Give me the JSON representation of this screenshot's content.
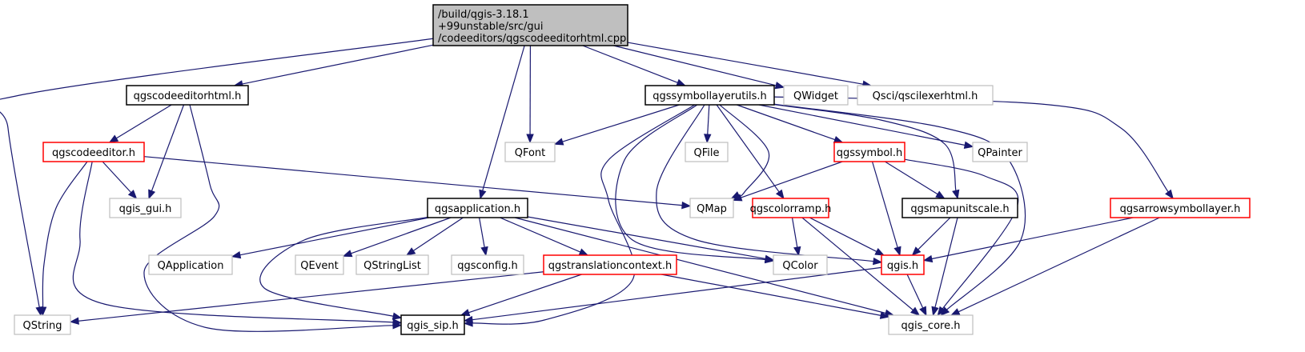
{
  "diagram": {
    "type": "include-dependency-graph",
    "root": "root",
    "colors": {
      "edge": "#191970",
      "root_fill": "#bfbfbf",
      "documented_border": "#000000",
      "undocumented_border": "#ff0000",
      "external_border": "#bfbfbf"
    },
    "nodes": [
      {
        "id": "root",
        "label": [
          "/build/qgis-3.18.1",
          "+99unstable/src/gui",
          "/codeeditors/qgscodeeditorhtml.cpp"
        ],
        "style": "root"
      },
      {
        "id": "qgscodeeditorhtml_h",
        "label": [
          "qgscodeeditorhtml.h"
        ],
        "style": "documented"
      },
      {
        "id": "qgssymbollayerutils_h",
        "label": [
          "qgssymbollayerutils.h"
        ],
        "style": "documented"
      },
      {
        "id": "qwidget",
        "label": [
          "QWidget"
        ],
        "style": "external"
      },
      {
        "id": "qscilexerhtml",
        "label": [
          "Qsci/qscilexerhtml.h"
        ],
        "style": "external"
      },
      {
        "id": "qgscodeeditor_h",
        "label": [
          "qgscodeeditor.h"
        ],
        "style": "incomplete"
      },
      {
        "id": "qfont",
        "label": [
          "QFont"
        ],
        "style": "external"
      },
      {
        "id": "qfile",
        "label": [
          "QFile"
        ],
        "style": "external"
      },
      {
        "id": "qgssymbol_h",
        "label": [
          "qgssymbol.h"
        ],
        "style": "incomplete"
      },
      {
        "id": "qpainter",
        "label": [
          "QPainter"
        ],
        "style": "external"
      },
      {
        "id": "qgis_gui_h",
        "label": [
          "qgis_gui.h"
        ],
        "style": "external"
      },
      {
        "id": "qmap",
        "label": [
          "QMap"
        ],
        "style": "external"
      },
      {
        "id": "qgsapplication_h",
        "label": [
          "qgsapplication.h"
        ],
        "style": "documented"
      },
      {
        "id": "qgscolorramp_h",
        "label": [
          "qgscolorramp.h"
        ],
        "style": "incomplete"
      },
      {
        "id": "qgsmapunitscale_h",
        "label": [
          "qgsmapunitscale.h"
        ],
        "style": "documented"
      },
      {
        "id": "qgsarrowsymbollayer_h",
        "label": [
          "qgsarrowsymbollayer.h"
        ],
        "style": "incomplete"
      },
      {
        "id": "qapplication",
        "label": [
          "QApplication"
        ],
        "style": "external"
      },
      {
        "id": "qevent",
        "label": [
          "QEvent"
        ],
        "style": "external"
      },
      {
        "id": "qstringlist",
        "label": [
          "QStringList"
        ],
        "style": "external"
      },
      {
        "id": "qgsconfig_h",
        "label": [
          "qgsconfig.h"
        ],
        "style": "external"
      },
      {
        "id": "qgstranslationcontext_h",
        "label": [
          "qgstranslationcontext.h"
        ],
        "style": "incomplete"
      },
      {
        "id": "qcolor",
        "label": [
          "QColor"
        ],
        "style": "external"
      },
      {
        "id": "qgis_h",
        "label": [
          "qgis.h"
        ],
        "style": "incomplete"
      },
      {
        "id": "qstring",
        "label": [
          "QString"
        ],
        "style": "external"
      },
      {
        "id": "qgis_sip_h",
        "label": [
          "qgis_sip.h"
        ],
        "style": "documented"
      },
      {
        "id": "qgis_core_h",
        "label": [
          "qgis_core.h"
        ],
        "style": "external"
      }
    ],
    "edges": [
      [
        "root",
        "qgscodeeditorhtml_h"
      ],
      [
        "root",
        "qstring"
      ],
      [
        "root",
        "qgsapplication_h"
      ],
      [
        "root",
        "qfont"
      ],
      [
        "root",
        "qgssymbollayerutils_h"
      ],
      [
        "root",
        "qwidget"
      ],
      [
        "root",
        "qscilexerhtml"
      ],
      [
        "qgscodeeditorhtml_h",
        "qgscodeeditor_h"
      ],
      [
        "qgscodeeditorhtml_h",
        "qgis_gui_h"
      ],
      [
        "qgscodeeditorhtml_h",
        "qgis_sip_h"
      ],
      [
        "qgscodeeditor_h",
        "qgis_gui_h"
      ],
      [
        "qgscodeeditor_h",
        "qmap"
      ],
      [
        "qgscodeeditor_h",
        "qstring"
      ],
      [
        "qgscodeeditor_h",
        "qgis_sip_h"
      ],
      [
        "qgssymbollayerutils_h",
        "qfont"
      ],
      [
        "qgssymbollayerutils_h",
        "qfile"
      ],
      [
        "qgssymbollayerutils_h",
        "qmap"
      ],
      [
        "qgssymbollayerutils_h",
        "qgssymbol_h"
      ],
      [
        "qgssymbollayerutils_h",
        "qpainter"
      ],
      [
        "qgssymbollayerutils_h",
        "qgscolorramp_h"
      ],
      [
        "qgssymbollayerutils_h",
        "qgsmapunitscale_h"
      ],
      [
        "qgssymbollayerutils_h",
        "qgsarrowsymbollayer_h"
      ],
      [
        "qgssymbollayerutils_h",
        "qcolor"
      ],
      [
        "qgssymbollayerutils_h",
        "qgis_h"
      ],
      [
        "qgssymbollayerutils_h",
        "qgis_sip_h"
      ],
      [
        "qgssymbollayerutils_h",
        "qgis_core_h"
      ],
      [
        "qgssymbol_h",
        "qmap"
      ],
      [
        "qgssymbol_h",
        "qgsmapunitscale_h"
      ],
      [
        "qgssymbol_h",
        "qgis_h"
      ],
      [
        "qgssymbol_h",
        "qgis_core_h"
      ],
      [
        "qgsapplication_h",
        "qapplication"
      ],
      [
        "qgsapplication_h",
        "qevent"
      ],
      [
        "qgsapplication_h",
        "qstringlist"
      ],
      [
        "qgsapplication_h",
        "qgsconfig_h"
      ],
      [
        "qgsapplication_h",
        "qgstranslationcontext_h"
      ],
      [
        "qgsapplication_h",
        "qcolor"
      ],
      [
        "qgsapplication_h",
        "qgis_sip_h"
      ],
      [
        "qgsapplication_h",
        "qgis_core_h"
      ],
      [
        "qgscolorramp_h",
        "qcolor"
      ],
      [
        "qgscolorramp_h",
        "qgis_h"
      ],
      [
        "qgscolorramp_h",
        "qgis_core_h"
      ],
      [
        "qgsmapunitscale_h",
        "qgis_h"
      ],
      [
        "qgsmapunitscale_h",
        "qgis_core_h"
      ],
      [
        "qgsarrowsymbollayer_h",
        "qgis_h"
      ],
      [
        "qgsarrowsymbollayer_h",
        "qgis_core_h"
      ],
      [
        "qgstranslationcontext_h",
        "qstring"
      ],
      [
        "qgstranslationcontext_h",
        "qgis_sip_h"
      ],
      [
        "qgstranslationcontext_h",
        "qgis_core_h"
      ],
      [
        "qgis_h",
        "qgis_sip_h"
      ],
      [
        "qgis_h",
        "qgis_core_h"
      ]
    ]
  }
}
